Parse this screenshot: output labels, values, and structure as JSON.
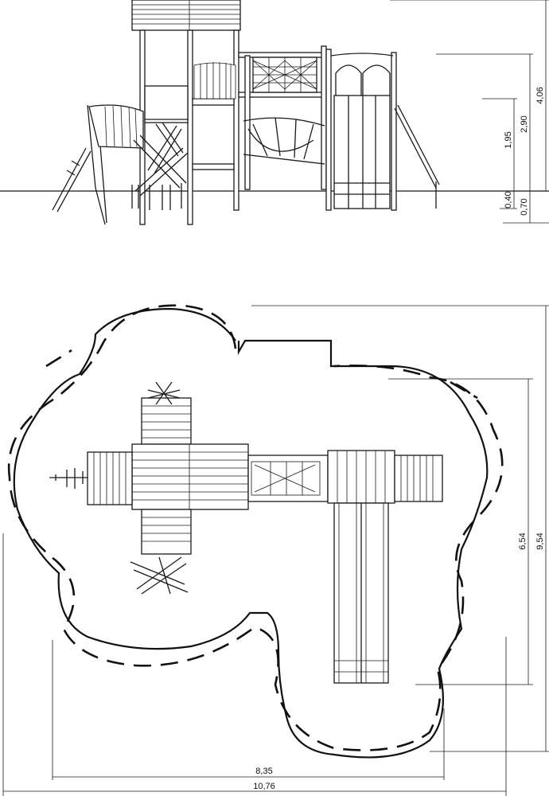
{
  "elevation_view": {
    "dimensions": {
      "d1": "4,06",
      "d2": "2,90",
      "d3": "1,95",
      "d4": "0,40",
      "d5": "0,70"
    }
  },
  "plan_view": {
    "dimensions": {
      "width_inner": "8,35",
      "width_outer": "10,76",
      "depth_inner": "6,54",
      "depth_outer": "9,54"
    }
  }
}
